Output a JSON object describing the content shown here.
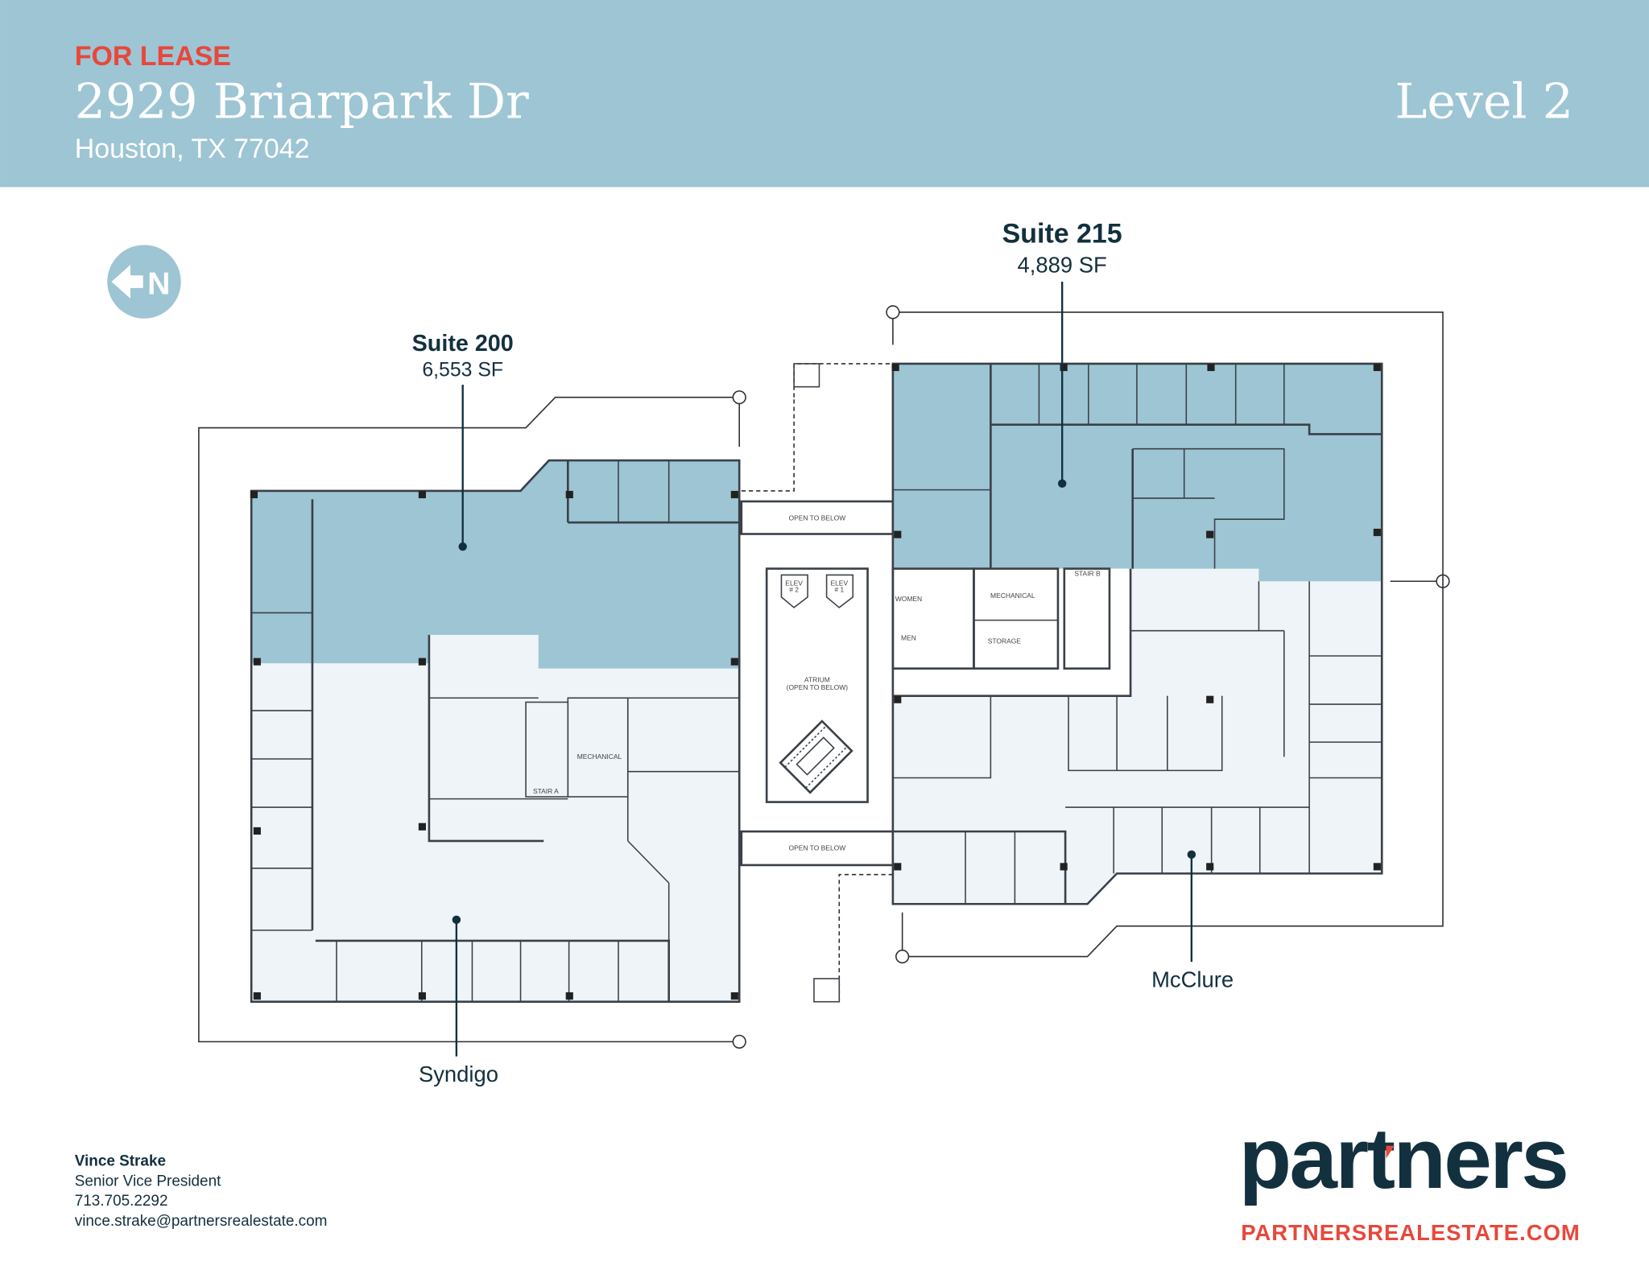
{
  "header": {
    "status": "FOR LEASE",
    "address": "2929 Briarpark Dr",
    "city": "Houston, TX 77042",
    "level": "Level 2"
  },
  "north_arrow": {
    "label": "N",
    "icon": "north-arrow-icon"
  },
  "suites": [
    {
      "name": "Suite 200",
      "area": "6,553 SF",
      "status": "available"
    },
    {
      "name": "Suite 215",
      "area": "4,889 SF",
      "status": "available"
    }
  ],
  "tenants": [
    {
      "name": "Syndigo"
    },
    {
      "name": "McClure"
    }
  ],
  "rooms": {
    "open_to_below": "OPEN TO BELOW",
    "atrium": "ATRIUM",
    "atrium_sub": "(OPEN TO BELOW)",
    "elev2": "ELEV",
    "elev2_num": "# 2",
    "elev1": "ELEV",
    "elev1_num": "# 1",
    "women": "WOMEN",
    "men": "MEN",
    "mechanical": "MECHANICAL",
    "storage": "STORAGE",
    "stair_b": "STAIR B",
    "stair_a": "STAIR A"
  },
  "contact": {
    "name": "Vince Strake",
    "title": "Senior Vice President",
    "phone": "713.705.2292",
    "email": "vince.strake@partnersrealestate.com"
  },
  "brand": {
    "logo": "partners",
    "website": "PARTNERSREALESTATE.COM"
  },
  "colors": {
    "header_bg": "#9dc5d4",
    "accent_red": "#e8473b",
    "available_fill": "#9dc5d4",
    "leased_fill": "#eef4f7",
    "navy": "#13303f"
  }
}
